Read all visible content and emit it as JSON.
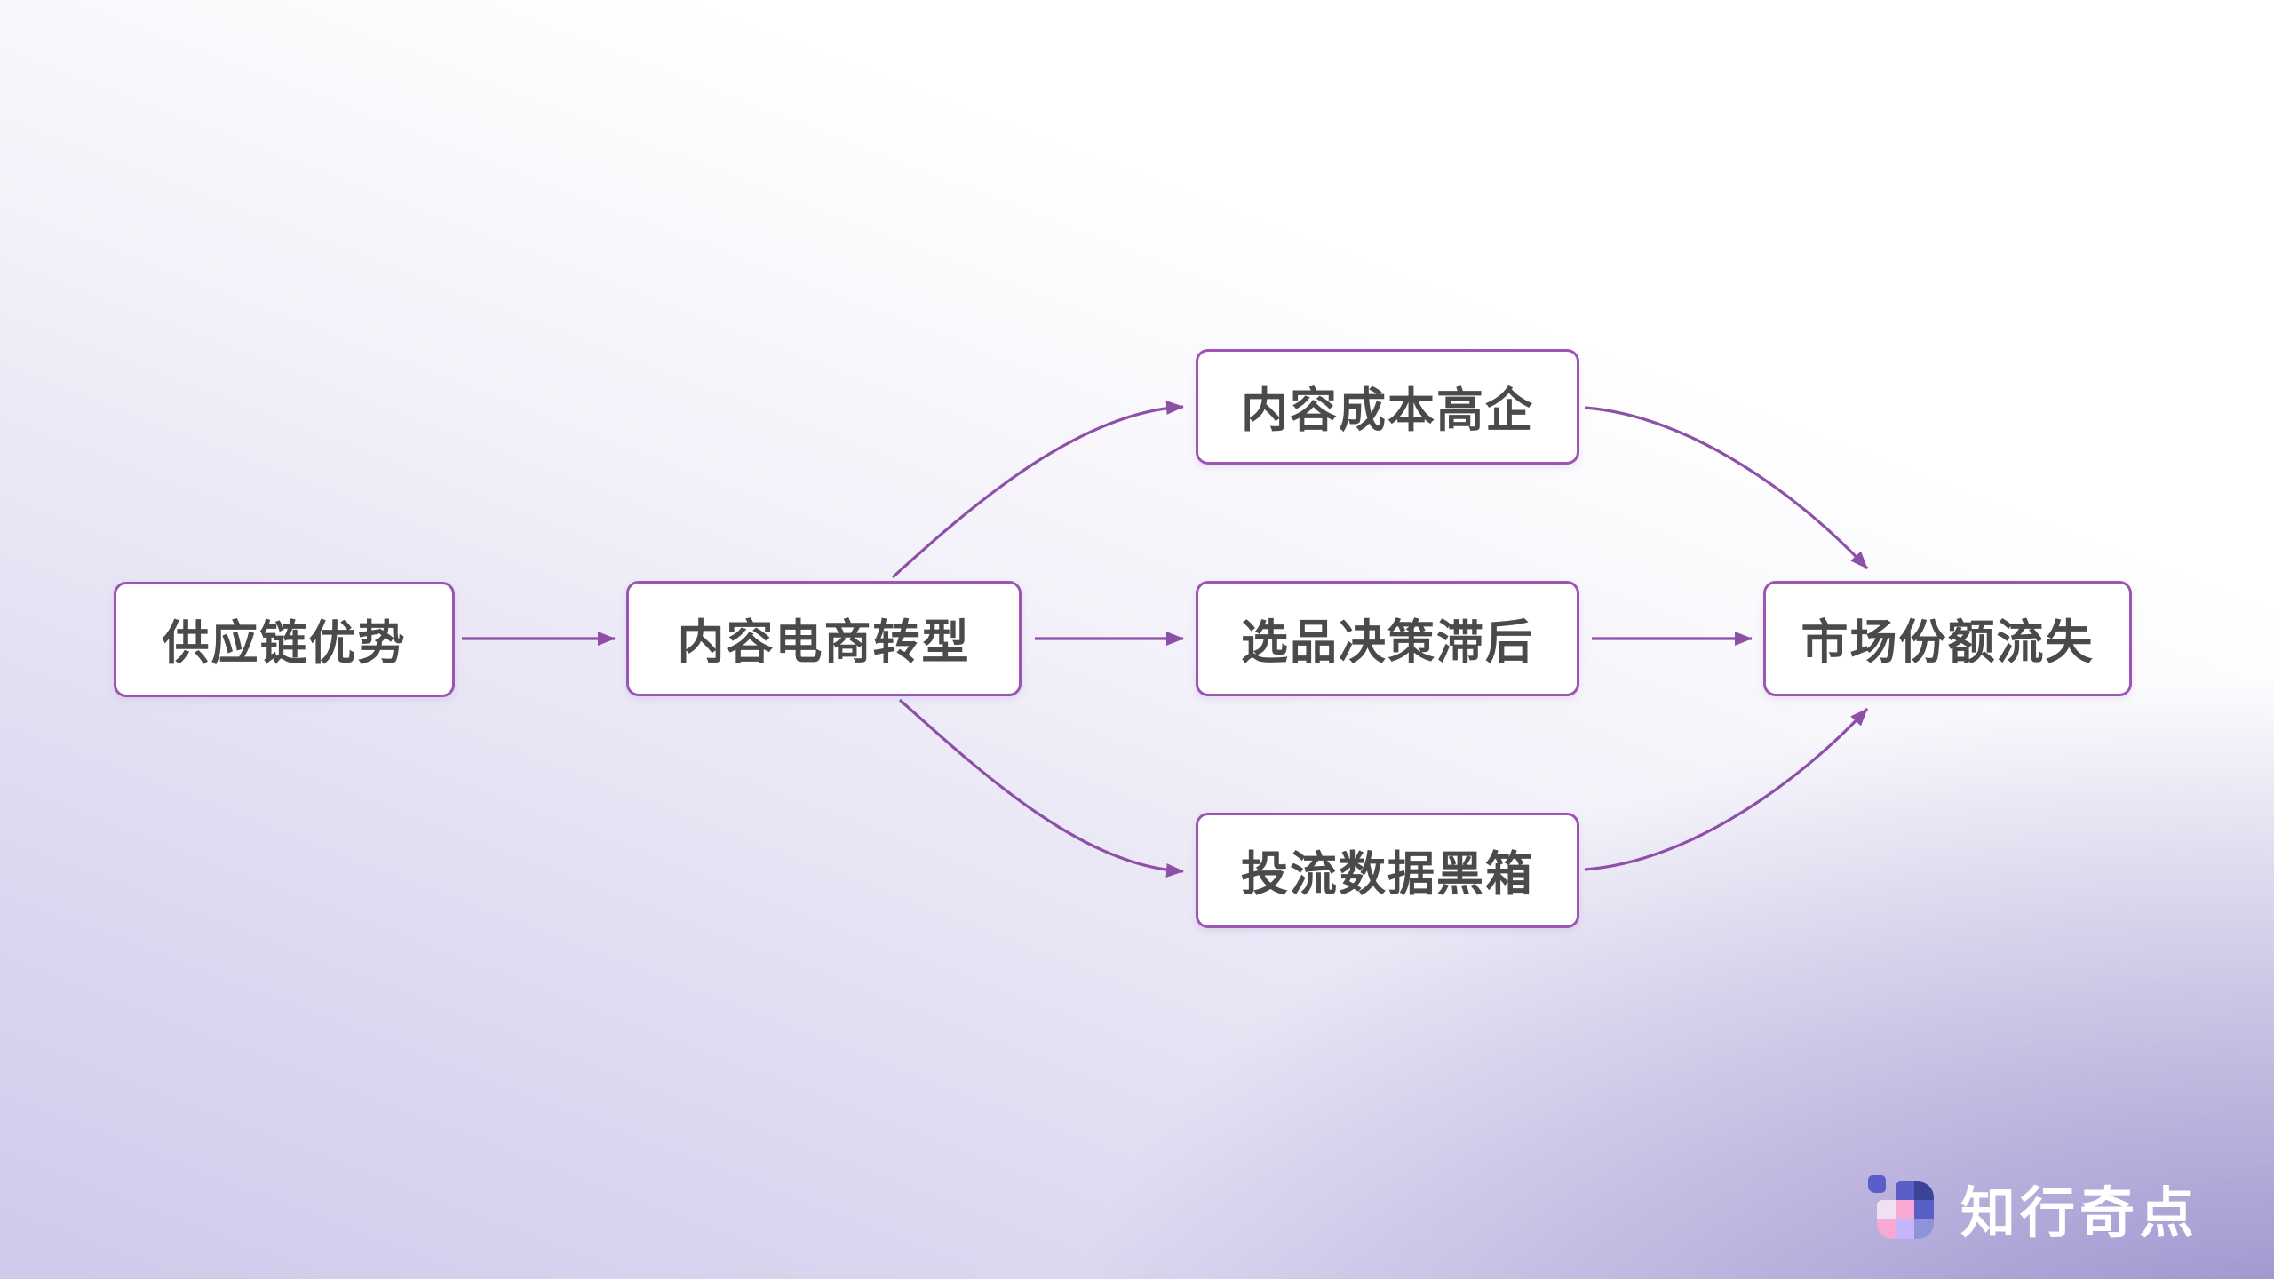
{
  "diagram": {
    "nodes": [
      {
        "id": "supply-chain-advantage",
        "label": "供应链优势"
      },
      {
        "id": "content-ecommerce-shift",
        "label": "内容电商转型"
      },
      {
        "id": "content-cost-high",
        "label": "内容成本高企"
      },
      {
        "id": "selection-decision-lag",
        "label": "选品决策滞后"
      },
      {
        "id": "ad-traffic-blackbox",
        "label": "投流数据黑箱"
      },
      {
        "id": "market-share-loss",
        "label": "市场份额流失"
      }
    ],
    "edges": [
      {
        "from": "供应链优势",
        "to": "内容电商转型"
      },
      {
        "from": "内容电商转型",
        "to": "内容成本高企"
      },
      {
        "from": "内容电商转型",
        "to": "选品决策滞后"
      },
      {
        "from": "内容电商转型",
        "to": "投流数据黑箱"
      },
      {
        "from": "内容成本高企",
        "to": "市场份额流失"
      },
      {
        "from": "选品决策滞后",
        "to": "市场份额流失"
      },
      {
        "from": "投流数据黑箱",
        "to": "市场份额流失"
      }
    ]
  },
  "branding": {
    "logo_text": "知行奇点",
    "logo_icon": "pixel-grid-icon"
  },
  "colors": {
    "node_border": "#9C55B5",
    "node_background": "#FFFFFF",
    "node_text": "#4A4A4A",
    "edge_stroke": "#8E4FA8",
    "background_top": "#FFFFFF",
    "background_bottom_left": "#DBD8EF",
    "background_bottom_right": "#9C94CE",
    "logo_text_color": "#FFFFFF",
    "logo_indigo": "#5A5FC7",
    "logo_navy": "#3B4397",
    "logo_pink": "#F9A8D4",
    "logo_pale_pink": "#EFE0F2",
    "logo_lavender": "#C4B5FD",
    "logo_periwinkle": "#8E93DC"
  }
}
